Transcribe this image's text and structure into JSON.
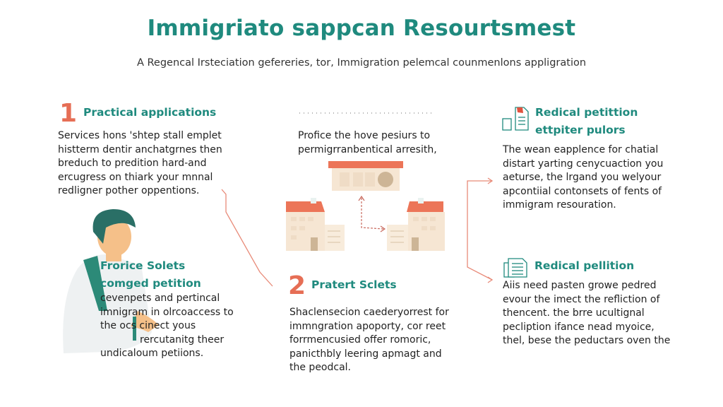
{
  "header": {
    "title": "Immigriato sappcan Resourtsmest",
    "subtitle": "A Regencal Irsteciation gefereries, tor, Immigration pelemcal counmenlons appligration"
  },
  "sections": [
    {
      "number": "1",
      "heading": "Practical applications",
      "body": [
        "Services hons 'shtep stall emplet",
        "histterm dentir anchatgrnes then",
        "breduch to predition hard-and",
        "ercugress on thiark your mnnal",
        "redligner pother oppentions."
      ]
    },
    {
      "heading": "",
      "body": [
        "Profice the hove pesiurs to",
        "permigrranbentical arresith,"
      ]
    },
    {
      "icon": "document-icon",
      "heading_lines": [
        "Redical petittion",
        "ettpiter pulors"
      ],
      "body": [
        "The wean eapplence for chatial",
        "distart yarting cenycuaction you",
        "aeturse, the lrgand you welyour",
        "apcontiial contonsets of fents of",
        "immigram resouration."
      ]
    },
    {
      "heading_lines": [
        "Frorice Solets",
        "comged petition"
      ],
      "body": [
        "cevenpets and pertincal",
        "imnigram in olrcoaccess to",
        "the ocs cinect yous",
        "rercutanitg theer",
        "undicaloum petiions."
      ]
    },
    {
      "number": "2",
      "heading": "Pratert Sclets",
      "body": [
        "Shaclensecion caederyorrest for",
        "immngration apoporty, cor reet",
        "forrmencusied offer romoric,",
        "panicthbly leering apmagt and",
        "the peodcal."
      ]
    },
    {
      "icon": "document-list-icon",
      "heading": "Redical pellition",
      "body": [
        "Aiis need pasten growe pedred",
        "evour the imect the refliction of",
        "thencent. the brre ucultignal",
        "pecliption ifance nead myoice,",
        "thel, bese the peductars oven the"
      ]
    }
  ],
  "colors": {
    "teal": "#1f8a7e",
    "accent": "#e66e55",
    "building": "#f6e6d3"
  }
}
